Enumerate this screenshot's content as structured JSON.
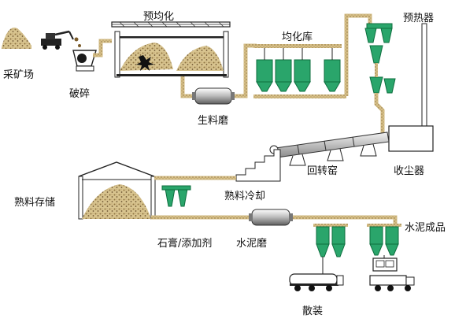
{
  "labels": {
    "quarry": "采矿场",
    "crusher": "破碎",
    "prehomogenization": "预均化",
    "raw_mill": "生料磨",
    "homogenization_silo": "均化库",
    "preheater": "预热器",
    "rotary_kiln": "回转窑",
    "dust_collector": "收尘器",
    "clinker_cooling": "熟料冷却",
    "clinker_storage": "熟料存储",
    "gypsum_additive": "石膏/添加剂",
    "cement_mill": "水泥磨",
    "cement_product": "水泥成品",
    "bulk": "散装"
  },
  "colors": {
    "silo": "#2aa56b",
    "silo_outline": "#0d6e3e",
    "conveyor": "#c9ad74",
    "conveyor_edge": "#8a6f3c",
    "material": "#c7ae78",
    "line": "#222222"
  },
  "icons": [
    "excavator-icon",
    "truck-icon",
    "crusher-icon",
    "mill-icon",
    "silo-icon",
    "kiln-icon",
    "chimney-icon"
  ]
}
